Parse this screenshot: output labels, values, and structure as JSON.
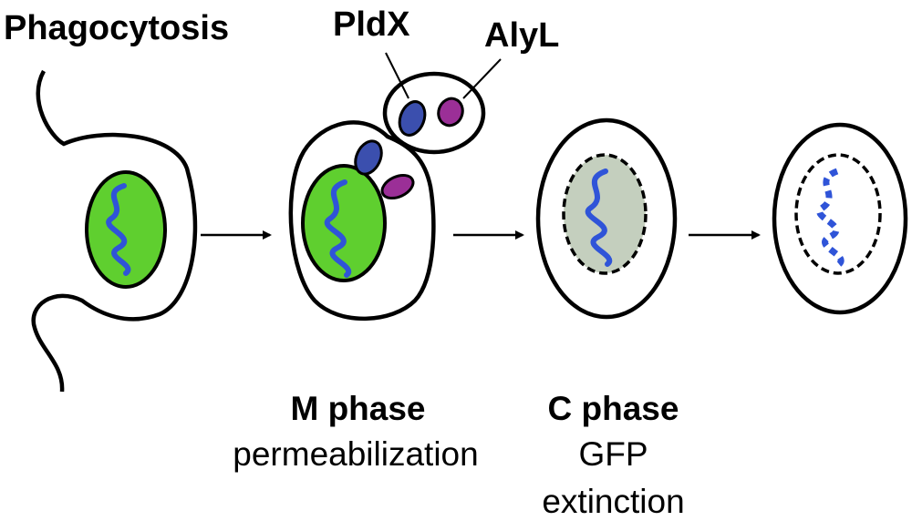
{
  "labels": {
    "phagocytosis": "Phagocytosis",
    "pldx": "PldX",
    "alyl": "AlyL",
    "m_phase": "M phase",
    "m_phase_desc": "permeabilization",
    "c_phase": "C phase",
    "c_phase_desc_1": "GFP",
    "c_phase_desc_2": "extinction"
  },
  "colors": {
    "outline": "#000000",
    "bacterium_gfp": "#5fcf2f",
    "bacterium_faded": "#c4cfbe",
    "dna": "#2f54d8",
    "pldx_protein": "#3b4fae",
    "alyl_protein": "#9b2f97"
  },
  "icons": [
    "wavy-membrane",
    "phagosome",
    "gfp-bacterium",
    "dna-coil",
    "pldx-vesicle",
    "arrow-right",
    "faded-bacterium",
    "fragmented-dna"
  ]
}
